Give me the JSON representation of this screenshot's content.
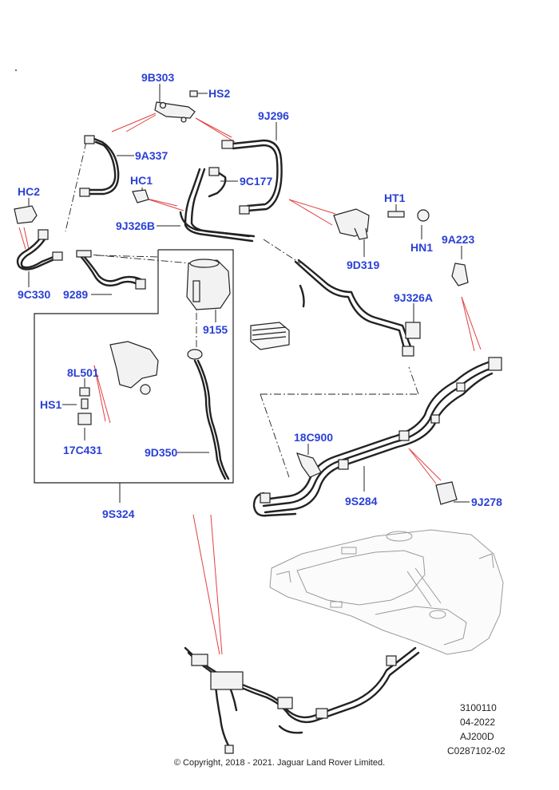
{
  "callouts": {
    "c_9B303": "9B303",
    "c_HS2": "HS2",
    "c_9J296": "9J296",
    "c_9A337": "9A337",
    "c_HC2": "HC2",
    "c_HC1": "HC1",
    "c_9C177": "9C177",
    "c_HT1": "HT1",
    "c_9J326B": "9J326B",
    "c_9A223": "9A223",
    "c_HN1": "HN1",
    "c_9D319": "9D319",
    "c_9C330": "9C330",
    "c_9289": "9289",
    "c_9J326A": "9J326A",
    "c_9155": "9155",
    "c_8L501": "8L501",
    "c_HS1": "HS1",
    "c_17C431": "17C431",
    "c_18C900": "18C900",
    "c_9D350": "9D350",
    "c_9S284": "9S284",
    "c_9J278": "9J278",
    "c_9S324": "9S324"
  },
  "info": {
    "line1": "3100110",
    "line2": "04-2022",
    "line3": "AJ200D",
    "line4": "C0287102-02"
  },
  "copyright": "© Copyright, 2018 - 2021. Jaguar Land Rover Limited."
}
